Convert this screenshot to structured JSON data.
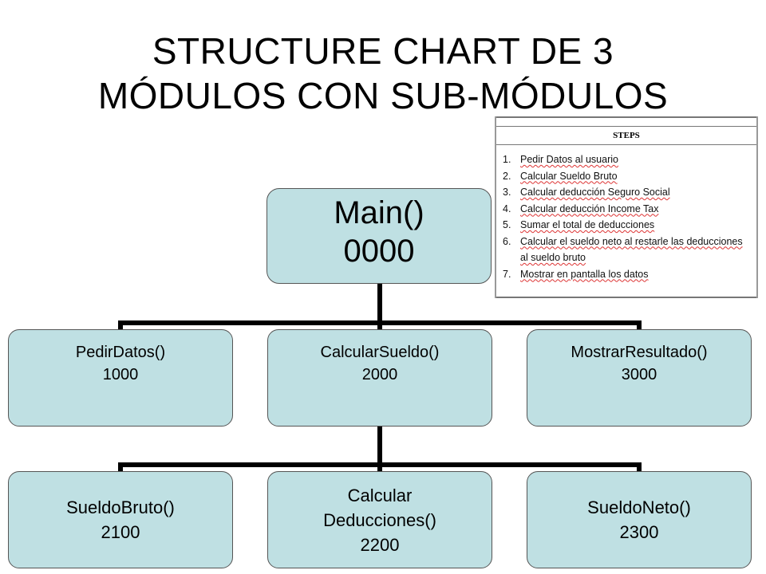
{
  "title": {
    "line1": "STRUCTURE CHART DE 3",
    "line2": "MÓDULOS CON SUB-MÓDULOS"
  },
  "steps_table": {
    "heading": "STEPS",
    "items": [
      {
        "num": "1.",
        "text": "Pedir Datos al usuario"
      },
      {
        "num": "2.",
        "text": "Calcular Sueldo Bruto"
      },
      {
        "num": "3.",
        "text": "Calcular deducción Seguro Social"
      },
      {
        "num": "4.",
        "text": "Calcular deducción Income Tax"
      },
      {
        "num": "5.",
        "text": "Sumar el total de deducciones"
      },
      {
        "num": "6.",
        "text": "Calcular el sueldo neto al restarle las deducciones al sueldo bruto"
      },
      {
        "num": "7.",
        "text": "Mostrar en pantalla los datos"
      }
    ]
  },
  "modules": {
    "main": {
      "name": "Main()",
      "code": "0000"
    },
    "level1": [
      {
        "name": "PedirDatos()",
        "code": "1000"
      },
      {
        "name": "CalcularSueldo()",
        "code": "2000"
      },
      {
        "name": "MostrarResultado()",
        "code": "3000"
      }
    ],
    "level2": [
      {
        "name": "SueldoBruto()",
        "code": "2100"
      },
      {
        "name": "Calcular Deducciones()",
        "code": "2200"
      },
      {
        "name": "SueldoNeto()",
        "code": "2300"
      }
    ]
  },
  "colors": {
    "node_fill": "#bfe0e3",
    "connector": "#000000"
  }
}
